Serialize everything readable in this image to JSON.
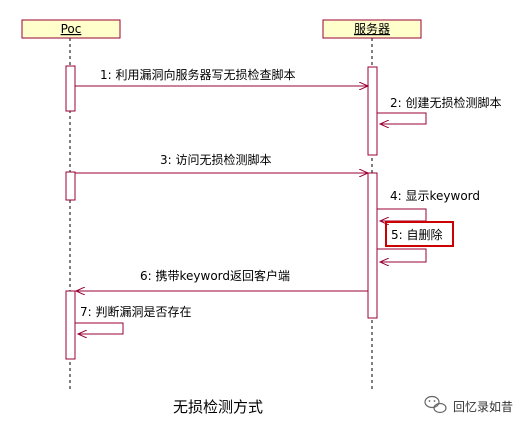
{
  "actors": {
    "left": "Poc",
    "right": "服务器"
  },
  "messages": [
    "1: 利用漏洞向服务器写无损检查脚本",
    "2: 创建无损检测脚本",
    "3: 访问无损检测脚本",
    "4: 显示keyword",
    "5: 自删除",
    "6: 携带keyword返回客户端",
    "7: 判断漏洞是否存在"
  ],
  "caption": "无损检测方式",
  "watermark": "回忆录如昔",
  "colors": {
    "actor_fill": "#ffffcc",
    "line": "#990033",
    "highlight": "#cc0000"
  }
}
